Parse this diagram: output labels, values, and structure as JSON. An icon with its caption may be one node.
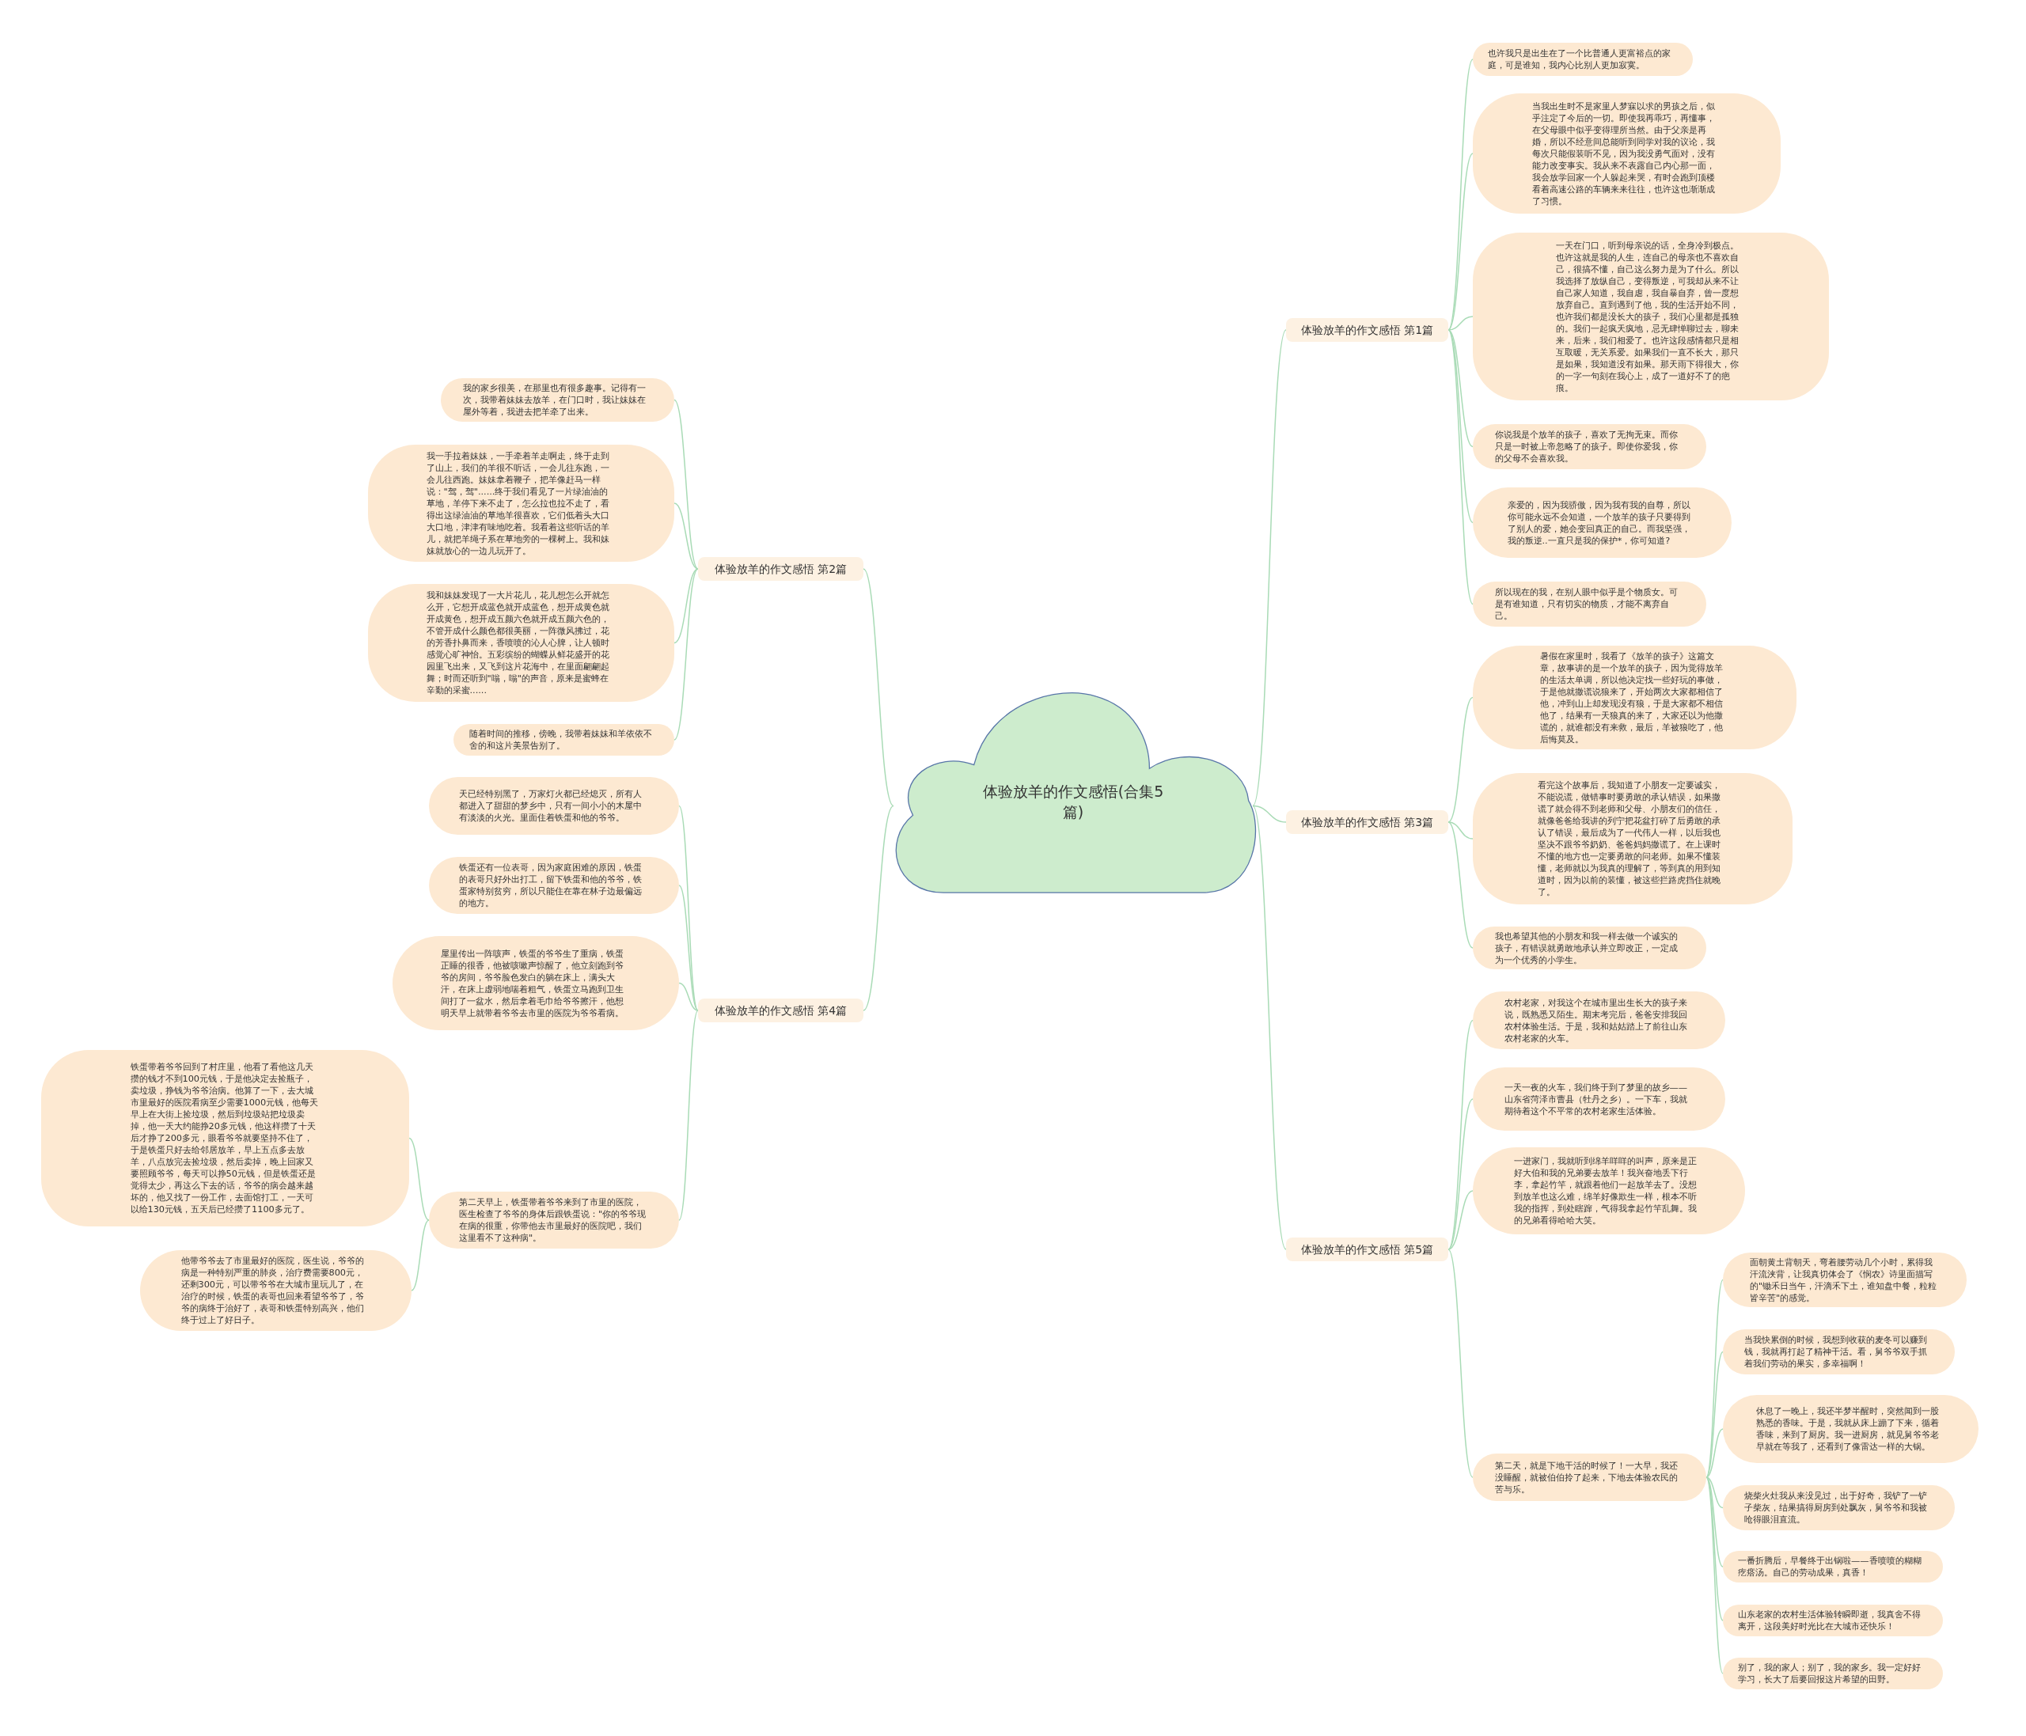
{
  "diagram": {
    "nodes": [
      {
        "text": [
          "体验放羊的作文感悟(合集5篇)"
        ]
      },
      {
        "text": [
          "体验放羊的作文感悟 第1篇"
        ]
      },
      {
        "text": [
          "也许我只是出生在了一个比普通人更富裕点的家庭，可是谁知，我内心比别人更加寂寞。"
        ]
      },
      {
        "text": [
          "当我出生时不是家里人梦寐以求的男孩之后，似乎注定了今后的一切。即使我再乖巧，再懂事，在父母眼中似乎变得理所当然。由于父亲是再婚，所以不经意间总能听到同学对我的议论，我每次只能假装听不见，因为我没勇气面对，没有能力改变事实。我从来不表露自己内心那一面，我会放学回家一个人躲起来哭，有时会跑到顶楼看着高速公路的车辆来来往往，也许这也渐渐成了习惯。"
        ]
      },
      {
        "text": [
          "一天在门口，听到母亲说的话，全身冷到极点。也许这就是我的人生，连自己的母亲也不喜欢自己，很搞不懂，自己这么努力是为了什么。所以我选择了放纵自己，变得叛逆，可我却从来不让自己家人知道，我自虐，我自暴自弃，曾一度想放弃自己。直到遇到了他，我的生活开始不同，也许我们都是没长大的孩子，我们心里都是孤独的。我们一起疯天疯地，忌无肆惮聊过去，聊未来，后来，我们相爱了。也许这段感情都只是相互取暖，无关系爱。如果我们一直不长大，那只是如果，我知道没有如果。那天雨下得很大，你的一字一句刻在我心上，成了一道好不了的疤痕。"
        ]
      },
      {
        "text": [
          "你说我是个放羊的孩子，喜欢了无拘无束。而你只是一时被上帝忽略了的孩子。即使你爱我，你的父母不会喜欢我。"
        ]
      },
      {
        "text": [
          "亲爱的，因为我骄傲，因为我有我的自尊，所以你可能永远不会知道，一个放羊的孩子只要得到了别人的爱，她会变回真正的自己。而我坚强，我的叛逆..一直只是我的保护*，你可知道?"
        ]
      },
      {
        "text": [
          "所以现在的我，在别人眼中似乎是个物质女。可是有谁知道，只有切实的物质，才能不离弃自己。"
        ]
      },
      {
        "text": [
          "体验放羊的作文感悟 第3篇"
        ]
      },
      {
        "text": [
          "暑假在家里时，我看了《放羊的孩子》这篇文章，故事讲的是一个放羊的孩子，因为觉得放羊的生活太单调，所以他决定找一些好玩的事做，于是他就撒谎说狼来了，开始两次大家都相信了他，冲到山上却发现没有狼，于是大家都不相信他了，结果有一天狼真的来了，大家还以为他撒谎的，就谁都没有来救，最后，羊被狼吃了，他后悔莫及。"
        ]
      },
      {
        "text": [
          "看完这个故事后，我知道了小朋友一定要诚实，不能说谎，做错事时要勇敢的承认错误，如果撒谎了就会得不到老师和父母、小朋友们的信任，就像爸爸给我讲的列宁把花盆打碎了后勇敢的承认了错误，最后成为了一代伟人一样，以后我也坚决不跟爷爷奶奶、爸爸妈妈撒谎了。在上课时不懂的地方也一定要勇敢的问老师。如果不懂装懂，老师就以为我真的理解了，等到真的用到知道时，因为以前的装懂，被这些拦路虎挡住就晚了。"
        ]
      },
      {
        "text": [
          "我也希望其他的小朋友和我一样去做一个诚实的孩子，有错误就勇敢地承认并立即改正，一定成为一个优秀的小学生。"
        ]
      },
      {
        "text": [
          "体验放羊的作文感悟 第5篇"
        ]
      },
      {
        "text": [
          "农村老家，对我这个在城市里出生长大的孩子来说，既熟悉又陌生。期末考完后，爸爸安排我回农村体验生活。于是，我和姑姑踏上了前往山东农村老家的火车。"
        ]
      },
      {
        "text": [
          "一天一夜的火车，我们终于到了梦里的故乡——山东省菏泽市曹县（牡丹之乡）。一下车，我就期待着这个不平常的农村老家生活体验。"
        ]
      },
      {
        "text": [
          "一进家门，我就听到绵羊咩咩的叫声，原来是正好大伯和我的兄弟要去放羊！我兴奋地丢下行李，拿起竹竿，就跟着他们一起放羊去了。没想到放羊也这么难，绵羊好像欺生一样，根本不听我的指挥，到处瞎蹿，气得我拿起竹竿乱舞。我的兄弟看得哈哈大笑。"
        ]
      },
      {
        "text": [
          "第二天，就是下地干活的时候了！一大早，我还没睡醒，就被伯伯拎了起来，下地去体验农民的苦与乐。"
        ]
      },
      {
        "text": [
          "面朝黄土背朝天，弯着腰劳动几个小时，累得我汗流浃背，让我真切体会了《悯农》诗里面描写的\"锄禾日当午，汗滴禾下土，谁知盘中餐，粒粒皆辛苦\"的感觉。"
        ]
      },
      {
        "text": [
          "当我快累倒的时候，我想到收获的麦冬可以赚到钱，我就再打起了精神干活。看，舅爷爷双手抓着我们劳动的果实，多幸福啊！"
        ]
      },
      {
        "text": [
          "休息了一晚上，我还半梦半醒时，突然闻到一股熟悉的香味。于是，我就从床上蹦了下来，循着香味，来到了厨房。我一进厨房，就见舅爷爷老早就在等我了，还看到了像雷达一样的大锅。"
        ]
      },
      {
        "text": [
          "烧柴火灶我从来没见过，出于好奇，我铲了一铲子柴灰，结果搞得厨房到处飘灰，舅爷爷和我被呛得眼泪直流。"
        ]
      },
      {
        "text": [
          "一番折腾后，早餐终于出锅啦——香喷喷的糊糊疙瘩汤。自己的劳动成果，真香！"
        ]
      },
      {
        "text": [
          "山东老家的农村生活体验转瞬即逝，我真舍不得离开，这段美好时光比在大城市还快乐！"
        ]
      },
      {
        "text": [
          "别了，我的家人；别了，我的家乡。我一定好好学习，长大了后要回报这片希望的田野。"
        ]
      },
      {
        "text": [
          "体验放羊的作文感悟 第2篇"
        ]
      },
      {
        "text": [
          "我的家乡很美，在那里也有很多趣事。记得有一次，我带着妹妹去放羊，在门口时，我让妹妹在屋外等着，我进去把羊牵了出来。"
        ]
      },
      {
        "text": [
          "我一手拉着妹妹，一手牵着羊走啊走，终于走到了山上，我们的羊很不听话，一会儿往东跑，一会儿往西跑。妹妹拿着鞭子，把羊像赶马一样说：\"驾，驾\"......终于我们看见了一片绿油油的草地，羊停下来不走了，怎么拉也拉不走了，看得出这绿油油的草地羊很喜欢，它们低着头大口大口地，津津有味地吃着。我看着这些听话的羊儿，就把羊绳子系在草地旁的一棵树上。我和妹妹就放心的一边儿玩开了。"
        ]
      },
      {
        "text": [
          "我和妹妹发现了一大片花儿，花儿想怎么开就怎么开，它想开成蓝色就开成蓝色，想开成黄色就开成黄色，想开成五颜六色就开成五颜六色的，不管开成什么颜色都很美丽，一阵微风拂过，花的芳香扑鼻而来，香喷喷的沁人心脾，让人顿时感觉心旷神怡。五彩缤纷的蝴蝶从鲜花盛开的花园里飞出来，又飞到这片花海中，在里面翩翩起舞；时而还听到\"嗡，嗡\"的声音，原来是蜜蜂在辛勤的采蜜......"
        ]
      },
      {
        "text": [
          "随着时间的推移，傍晚，我带着妹妹和羊依依不舍的和这片美景告别了。"
        ]
      },
      {
        "text": [
          "体验放羊的作文感悟 第4篇"
        ]
      },
      {
        "text": [
          "天已经特别黑了，万家灯火都已经熄灭，所有人都进入了甜甜的梦乡中，只有一间小小的木屋中有淡淡的火光。里面住着铁蛋和他的爷爷。"
        ]
      },
      {
        "text": [
          "铁蛋还有一位表哥，因为家庭困难的原因，铁蛋的表哥只好外出打工，留下铁蛋和他的爷爷，铁蛋家特别贫穷，所以只能住在靠在林子边最偏远的地方。"
        ]
      },
      {
        "text": [
          "屋里传出一阵咳声，铁蛋的爷爷生了重病，铁蛋正睡的很香，他被咳嗽声惊醒了，他立刻跑到爷爷的房间，爷爷脸色发白的躺在床上，满头大汗，在床上虚弱地喘着粗气，铁蛋立马跑到卫生间打了一盆水，然后拿着毛巾给爷爷擦汗，他想明天早上就带着爷爷去市里的医院为爷爷看病。"
        ]
      },
      {
        "text": [
          "第二天早上，铁蛋带着爷爷来到了市里的医院，医生检查了爷爷的身体后跟铁蛋说：\"你的爷爷现在病的很重，你带他去市里最好的医院吧，我们这里看不了这种病\"。"
        ]
      },
      {
        "text": [
          "铁蛋带着爷爷回到了村庄里，他看了看他这几天攒的钱才不到100元钱，于是他决定去捡瓶子，卖垃圾，挣钱为爷爷治病。他算了一下，去大城市里最好的医院看病至少需要1000元钱，他每天早上在大街上捡垃圾，然后到垃圾站把垃圾卖掉，他一天大约能挣20多元钱，他这样攒了十天后才挣了200多元，眼看爷爷就要坚持不住了，于是铁蛋只好去给邻居放羊，早上五点多去放羊，八点放完去捡垃圾，然后卖掉，晚上回家又要照顾爷爷，每天可以挣50元钱，但是铁蛋还是觉得太少，再这么下去的话，爷爷的病会越来越坏的，他又找了一份工作，去面馆打工，一天可以给130元钱，五天后已经攒了1100多元了。"
        ]
      },
      {
        "text": [
          "他带爷爷去了市里最好的医院，医生说，爷爷的病是一种特别严重的肺炎，治疗费需要800元，还剩300元，可以带爷爷在大城市里玩儿了，在治疗的时候，铁蛋的表哥也回来看望爷爷了，爷爷的病终于治好了，表哥和铁蛋特别高兴，他们终于过上了好日子。"
        ]
      }
    ],
    "edges": [
      {
        "from": 0,
        "to": 1,
        "arrow": "none"
      },
      {
        "from": 0,
        "to": 8,
        "arrow": "none"
      },
      {
        "from": 0,
        "to": 12,
        "arrow": "none"
      },
      {
        "from": 0,
        "to": 24,
        "arrow": "none"
      },
      {
        "from": 0,
        "to": 29,
        "arrow": "none"
      },
      {
        "from": 1,
        "to": 2,
        "arrow": "none"
      },
      {
        "from": 1,
        "to": 3,
        "arrow": "none"
      },
      {
        "from": 1,
        "to": 4,
        "arrow": "none"
      },
      {
        "from": 1,
        "to": 5,
        "arrow": "none"
      },
      {
        "from": 1,
        "to": 6,
        "arrow": "none"
      },
      {
        "from": 1,
        "to": 7,
        "arrow": "none"
      },
      {
        "from": 8,
        "to": 9,
        "arrow": "none"
      },
      {
        "from": 8,
        "to": 10,
        "arrow": "none"
      },
      {
        "from": 8,
        "to": 11,
        "arrow": "none"
      },
      {
        "from": 12,
        "to": 13,
        "arrow": "none"
      },
      {
        "from": 12,
        "to": 14,
        "arrow": "none"
      },
      {
        "from": 12,
        "to": 15,
        "arrow": "none"
      },
      {
        "from": 12,
        "to": 16,
        "arrow": "none"
      },
      {
        "from": 16,
        "to": 17,
        "arrow": "none"
      },
      {
        "from": 16,
        "to": 18,
        "arrow": "none"
      },
      {
        "from": 16,
        "to": 19,
        "arrow": "none"
      },
      {
        "from": 16,
        "to": 20,
        "arrow": "none"
      },
      {
        "from": 16,
        "to": 21,
        "arrow": "none"
      },
      {
        "from": 16,
        "to": 22,
        "arrow": "none"
      },
      {
        "from": 16,
        "to": 23,
        "arrow": "none"
      },
      {
        "from": 24,
        "to": 25,
        "arrow": "none"
      },
      {
        "from": 24,
        "to": 26,
        "arrow": "none"
      },
      {
        "from": 24,
        "to": 27,
        "arrow": "none"
      },
      {
        "from": 24,
        "to": 28,
        "arrow": "none"
      },
      {
        "from": 29,
        "to": 30,
        "arrow": "none"
      },
      {
        "from": 29,
        "to": 31,
        "arrow": "none"
      },
      {
        "from": 29,
        "to": 32,
        "arrow": "none"
      },
      {
        "from": 29,
        "to": 33,
        "arrow": "none"
      },
      {
        "from": 33,
        "to": 34,
        "arrow": "none"
      },
      {
        "from": 33,
        "to": 35,
        "arrow": "none"
      }
    ]
  }
}
